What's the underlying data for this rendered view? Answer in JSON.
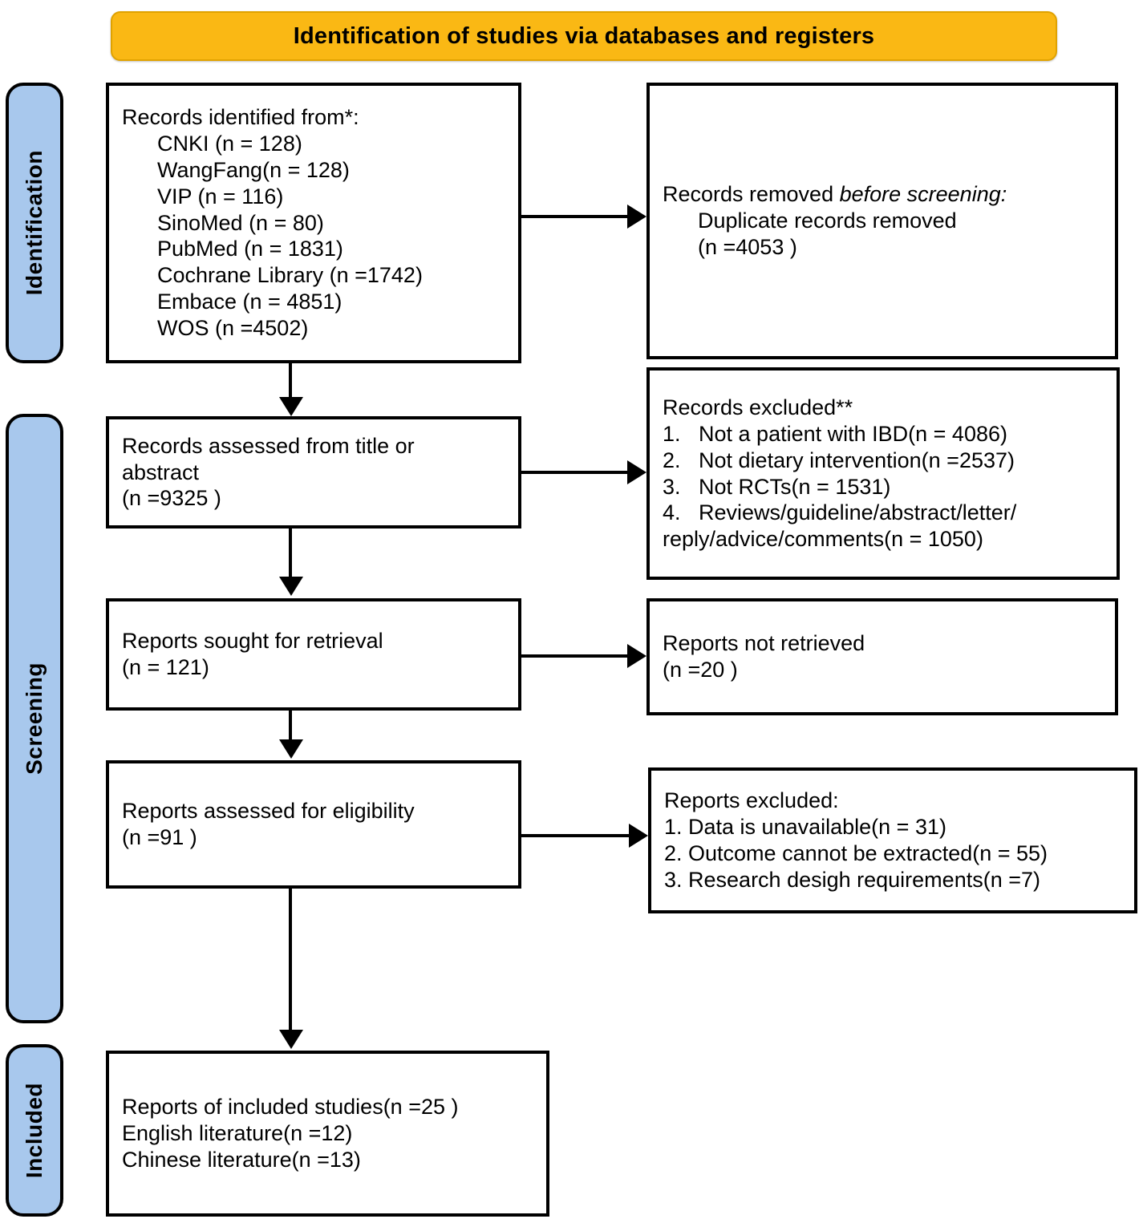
{
  "banner": {
    "title": "Identification of studies via databases and registers",
    "color": "#FAB814"
  },
  "stages": {
    "identification": "Identification",
    "screening": "Screening",
    "included": "Included",
    "color": "#A8C8ED"
  },
  "boxes": {
    "identified": {
      "heading": "Records identified from*:",
      "sources": [
        "CNKI (n = 128)",
        "WangFang(n = 128)",
        "VIP (n = 116)",
        "SinoMed (n = 80)",
        "PubMed (n = 1831)",
        "Cochrane Library (n =1742)",
        "Embace (n = 4851)",
        "WOS (n =4502)"
      ]
    },
    "removed": {
      "line1_prefix": "Records removed ",
      "line1_italic": "before screening:",
      "line2": "Duplicate records removed",
      "line3": "(n =4053 )"
    },
    "assessed": {
      "line1": "Records assessed from title or",
      "line2": "abstract",
      "line3": "(n =9325 )"
    },
    "excluded": {
      "heading": "Records excluded**",
      "items": [
        "1.   Not a patient with IBD(n = 4086)",
        "2.   Not dietary intervention(n =2537)",
        "3.   Not RCTs(n = 1531)",
        "4.   Reviews/guideline/abstract/letter/"
      ],
      "item4_cont": "reply/advice/comments(n = 1050)"
    },
    "sought": {
      "line1": "Reports sought for retrieval",
      "line2": "(n = 121)"
    },
    "notretrieved": {
      "line1": "Reports not retrieved",
      "line2": "(n =20 )"
    },
    "eligibility": {
      "line1": "Reports assessed for eligibility",
      "line2": "(n =91 )"
    },
    "repexcluded": {
      "heading": "Reports excluded:",
      "items": [
        "1. Data is unavailable(n = 31)",
        "2. Outcome cannot be extracted(n = 55)",
        "3. Research desigh requirements(n =7)"
      ]
    },
    "included": {
      "line1": "Reports of included studies(n =25 )",
      "line2": "English literature(n =12)",
      "line3": "Chinese literature(n =13)"
    }
  }
}
